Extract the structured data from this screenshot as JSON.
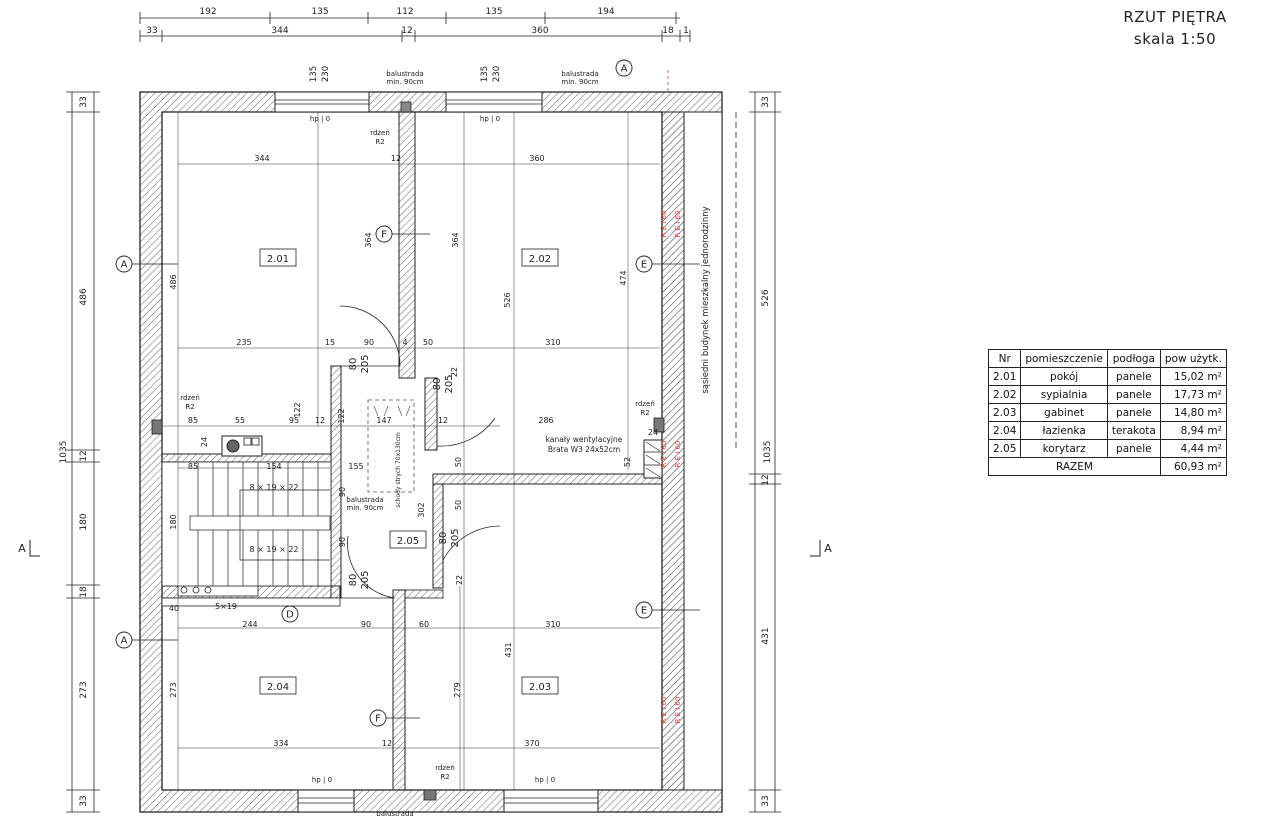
{
  "title": {
    "line1": "RZUT PIĘTRA",
    "line2": "skala 1:50"
  },
  "rooms": [
    {
      "id": "2.01"
    },
    {
      "id": "2.02"
    },
    {
      "id": "2.03"
    },
    {
      "id": "2.04"
    },
    {
      "id": "2.05"
    }
  ],
  "dimensions": {
    "top_row1": [
      "192",
      "135",
      "112",
      "135",
      "194"
    ],
    "top_row2": [
      "33",
      "344",
      "12",
      "360",
      "18",
      "1"
    ],
    "left_outer": [
      "33",
      "486",
      "12",
      "180",
      "18",
      "273",
      "33"
    ],
    "left_total": "1035",
    "right_outer": [
      "33",
      "526",
      "12",
      "431",
      "33"
    ],
    "right_total": "1035",
    "window_heights": [
      "135",
      "230"
    ],
    "interior": [
      "344",
      "12",
      "360",
      "364",
      "364",
      "526",
      "474",
      "486",
      "235",
      "15",
      "90",
      "4",
      "50",
      "310",
      "22",
      "85",
      "55",
      "95",
      "12",
      "122",
      "122",
      "147",
      "12",
      "286",
      "24",
      "24",
      "85",
      "154",
      "155",
      "180",
      "90",
      "90",
      "302",
      "50",
      "50",
      "52",
      "40",
      "244",
      "90",
      "60",
      "310",
      "273",
      "279",
      "431",
      "334",
      "12",
      "370",
      "22"
    ],
    "stairs": [
      "8 × 19 × 22",
      "8 × 19 × 22",
      "5×19"
    ],
    "doors": [
      "80",
      "205"
    ]
  },
  "annotations": {
    "balustrade": [
      "balustrada",
      "min. 90cm"
    ],
    "core": [
      "rdzeń",
      "R2"
    ],
    "hp": "hp | 0",
    "vent": [
      "kanały wentylacyjne",
      "Brata W3 24x52cm"
    ],
    "hatch": "schody strych 70x130cm",
    "fire": "R E I 60",
    "neighbour": "sąsiedni budynek mieszkalny jednorodzinny",
    "section_letter": "A",
    "tags": [
      "A",
      "F",
      "E",
      "D"
    ]
  },
  "legend": {
    "headers": [
      "Nr",
      "pomieszczenie",
      "podłoga",
      "pow użytk."
    ],
    "rows": [
      {
        "nr": "2.01",
        "name": "pokój",
        "floor": "panele",
        "area": "15,02 m²"
      },
      {
        "nr": "2.02",
        "name": "sypialnia",
        "floor": "panele",
        "area": "17,73 m²"
      },
      {
        "nr": "2.03",
        "name": "gabinet",
        "floor": "panele",
        "area": "14,80 m²"
      },
      {
        "nr": "2.04",
        "name": "łazienka",
        "floor": "terakota",
        "area": "8,94 m²"
      },
      {
        "nr": "2.05",
        "name": "korytarz",
        "floor": "panele",
        "area": "4,44 m²"
      }
    ],
    "total_label": "RAZEM",
    "total_area": "60,93 m²"
  },
  "colors": {
    "line": "#222222",
    "wall": "#ffffff",
    "fire": "#e0403a",
    "hatch": "#555555"
  }
}
